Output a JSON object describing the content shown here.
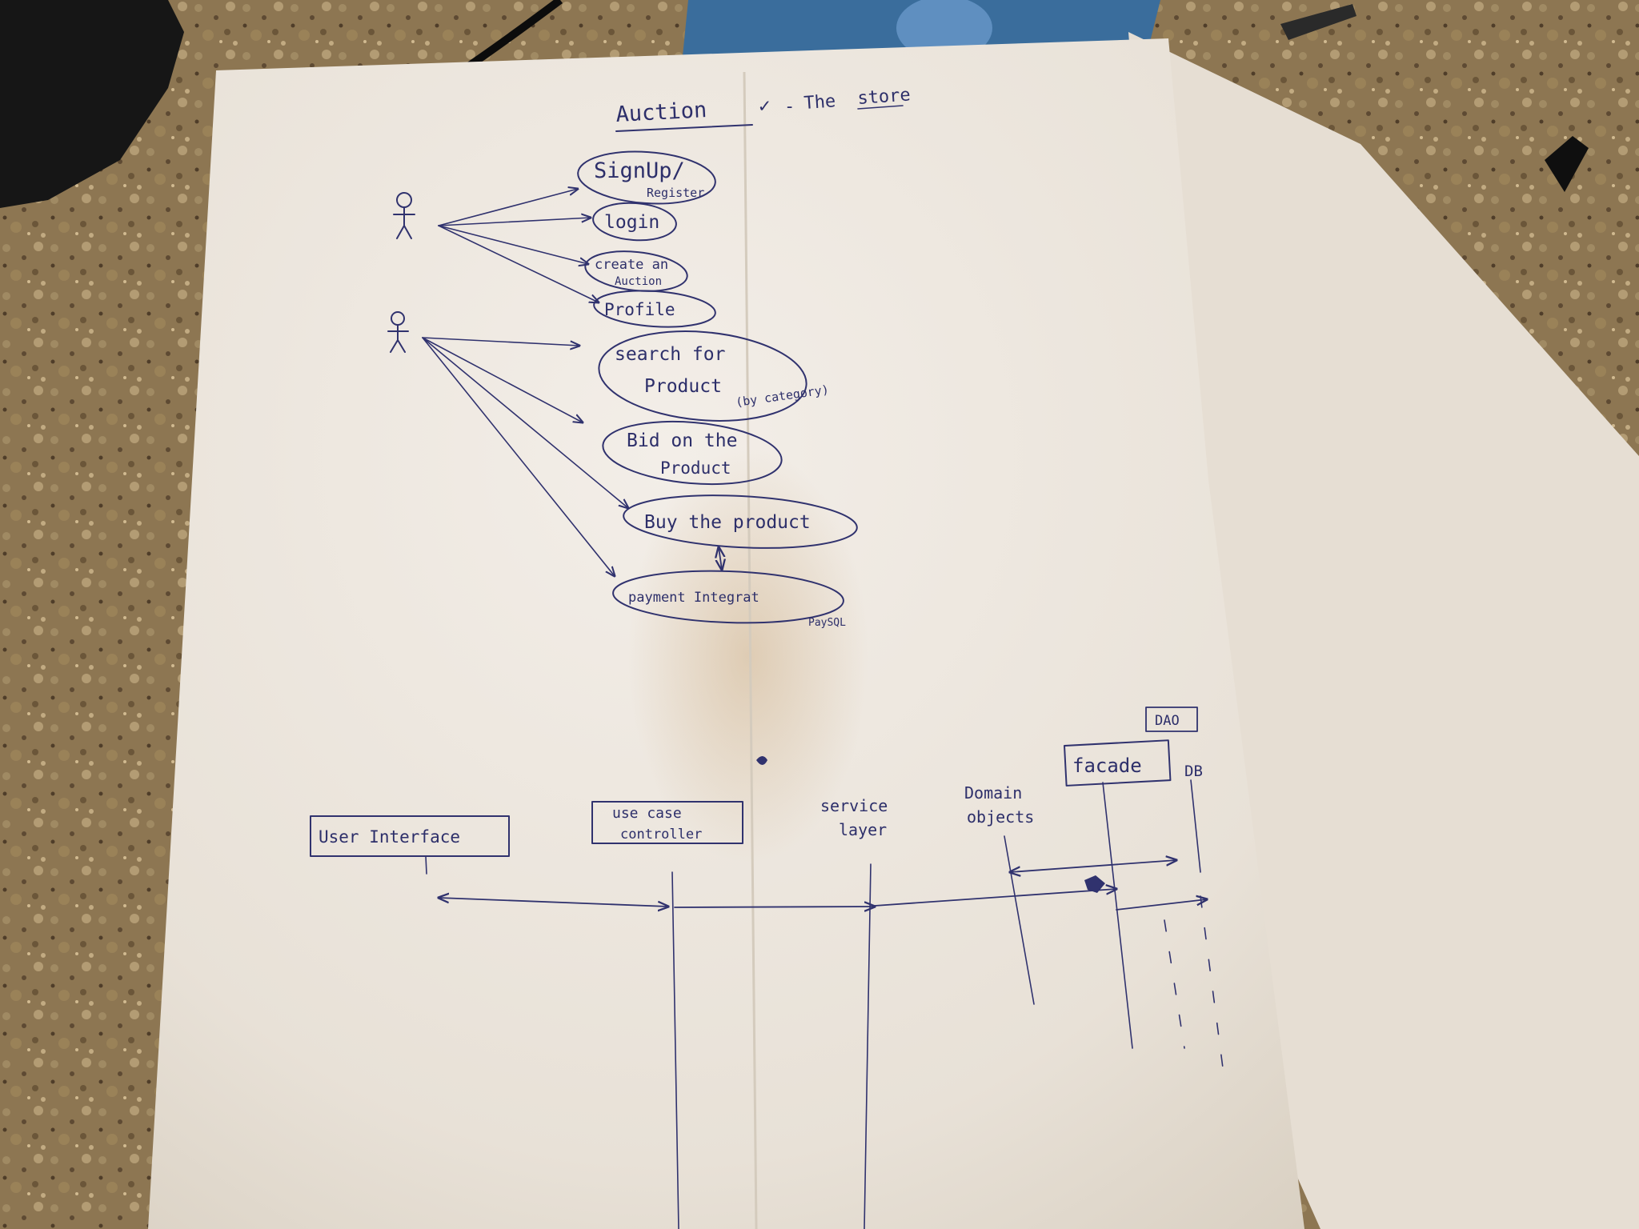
{
  "title": {
    "main": "Auction",
    "tick": "✓",
    "dash": "-",
    "sub_prefix": "The",
    "sub_word": "store"
  },
  "use_case_diagram": {
    "actor_1_use_cases": [
      {
        "line1": "SignUp/",
        "line2": "Register"
      },
      {
        "line1": "login",
        "line2": ""
      },
      {
        "line1": "create an",
        "line2": "Auction"
      },
      {
        "line1": "Profile",
        "line2": ""
      }
    ],
    "actor_2_use_cases": [
      {
        "line1": "search for",
        "line2": "Product",
        "note": "(by category)"
      },
      {
        "line1": "Bid on the",
        "line2": "Product"
      },
      {
        "line1": "Buy the product",
        "line2": ""
      },
      {
        "line1": "payment Integrat",
        "line2": "",
        "note": "PaySQL"
      }
    ]
  },
  "sequence_diagram": {
    "participants": [
      {
        "line1": "User Interface",
        "line2": "",
        "boxed": true
      },
      {
        "line1": "use case",
        "line2": "controller",
        "boxed": true
      },
      {
        "line1": "service",
        "line2": "layer",
        "boxed": false
      },
      {
        "line1": "Domain",
        "line2": "objects",
        "boxed": false
      },
      {
        "line1": "facade",
        "line2": "",
        "boxed": true
      },
      {
        "line1": "DB",
        "line2": "",
        "boxed": false
      }
    ],
    "dao_label": "DAO"
  },
  "colors": {
    "ink": "#2d2f6a",
    "paper": "#efe9e2",
    "counter": "#8a7350"
  },
  "icons": [
    "stick-figure-actor",
    "stick-figure-actor",
    "pen-cap",
    "cable"
  ]
}
